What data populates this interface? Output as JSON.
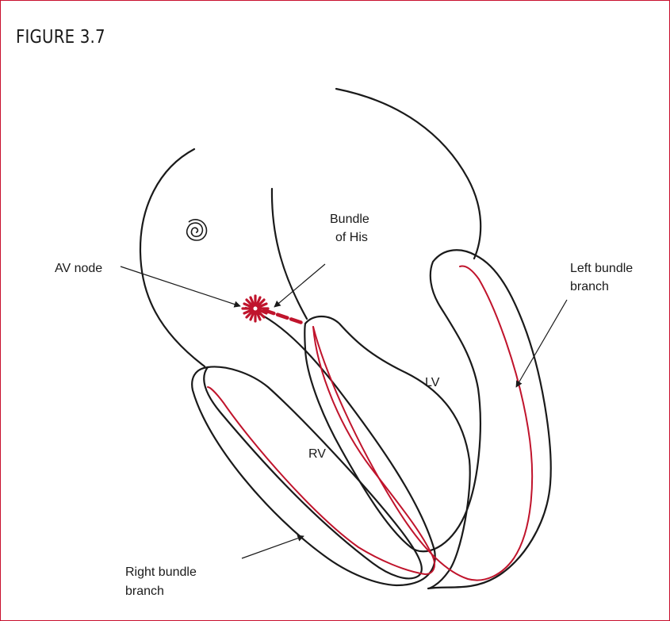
{
  "figure": {
    "title": "FIGURE 3.7"
  },
  "labels": {
    "bundle_of_his_1": "Bundle",
    "bundle_of_his_2": "of His",
    "av_node": "AV node",
    "left_bundle_1": "Left bundle",
    "left_bundle_2": "branch",
    "lv": "LV",
    "rv": "RV",
    "right_bundle_1": "Right bundle",
    "right_bundle_2": "branch"
  },
  "colors": {
    "outline": "#1a1a1a",
    "conduction": "#c0142c",
    "frame": "#c8102e"
  }
}
